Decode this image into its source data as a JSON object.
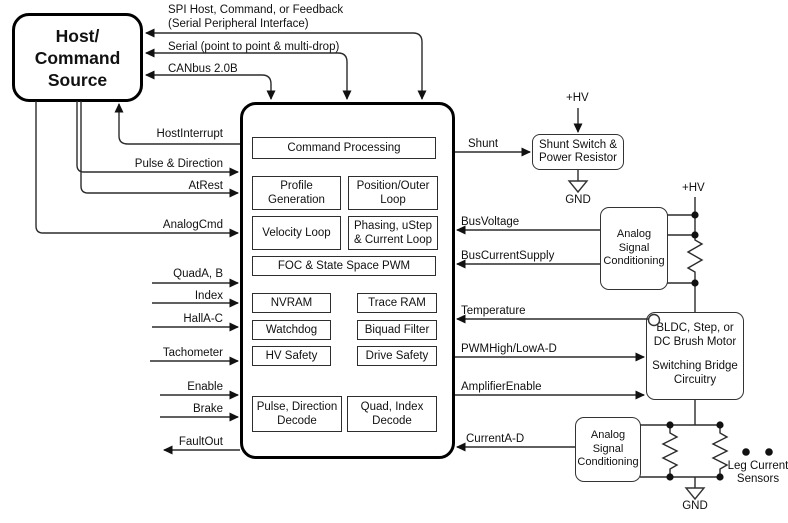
{
  "colors": {
    "line": "#2b2b2b",
    "box_border": "#000000",
    "background": "#ffffff",
    "dot_fill": "#111111"
  },
  "host": {
    "line1": "Host/",
    "line2": "Command",
    "line3": "Source"
  },
  "top_buses": {
    "spi_line1": "SPI Host, Command, or Feedback",
    "spi_line2": "(Serial Peripheral Interface)",
    "serial": "Serial (point to point & multi-drop)",
    "canbus": "CANbus 2.0B"
  },
  "left_signals": {
    "host_interrupt": "HostInterrupt",
    "pulse_direction": "Pulse & Direction",
    "at_rest": "AtRest",
    "analog_cmd": "AnalogCmd",
    "quad_ab": "QuadA, B",
    "index": "Index",
    "hall_ac": "HallA-C",
    "tachometer": "Tachometer",
    "enable": "Enable",
    "brake": "Brake",
    "fault_out": "FaultOut"
  },
  "controller": {
    "command_processing": "Command Processing",
    "profile_generation": "Profile Generation",
    "position_outer_loop": "Position/Outer Loop",
    "velocity_loop": "Velocity Loop",
    "phasing_current_loop": "Phasing, uStep & Current Loop",
    "foc_pwm": "FOC & State Space PWM",
    "nvram": "NVRAM",
    "trace_ram": "Trace RAM",
    "watchdog": "Watchdog",
    "biquad_filter": "Biquad Filter",
    "hv_safety": "HV Safety",
    "drive_safety": "Drive Safety",
    "pulse_direction_decode": "Pulse, Direction Decode",
    "quad_index_decode": "Quad, Index Decode"
  },
  "right_signals": {
    "shunt": "Shunt",
    "bus_voltage": "BusVoltage",
    "bus_current_supply": "BusCurrentSupply",
    "temperature": "Temperature",
    "pwm_high_low": "PWMHigh/LowA-D",
    "amplifier_enable": "AmplifierEnable",
    "current_ad": "CurrentA-D"
  },
  "power": {
    "hv_shunt": "+HV",
    "hv_motor": "+HV",
    "gnd_shunt": "GND",
    "gnd_motor": "GND"
  },
  "blocks": {
    "shunt_switch": "Shunt Switch & Power Resistor",
    "asc1": "Analog Signal Conditioning",
    "asc2": "Analog Signal Conditioning",
    "bldc_line1": "BLDC, Step, or DC Brush Motor",
    "bldc_line2": "Switching Bridge Circuitry",
    "leg_sensors": "Leg Current Sensors"
  }
}
